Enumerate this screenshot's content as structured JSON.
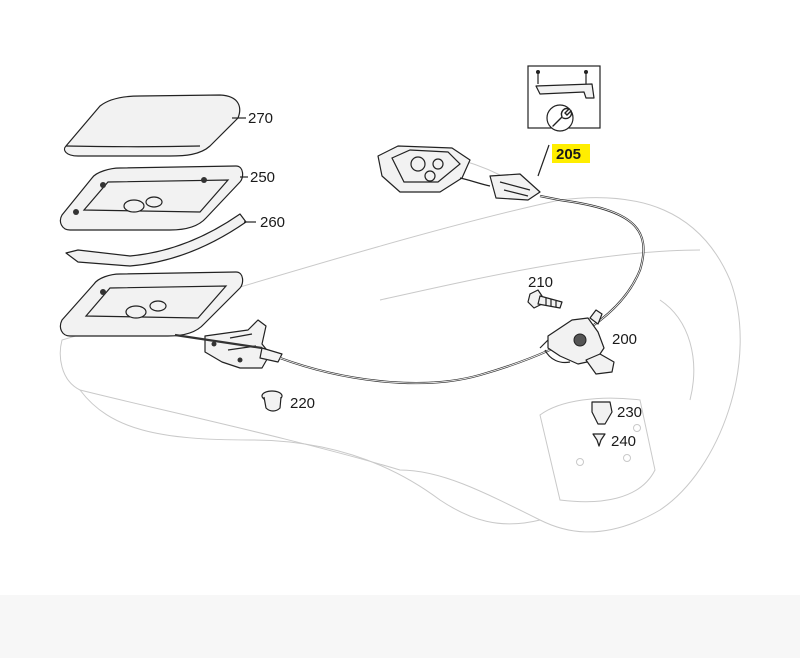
{
  "callouts": {
    "p270": "270",
    "p250": "250",
    "p260": "260",
    "p205": "205",
    "p210": "210",
    "p200": "200",
    "p220": "220",
    "p230": "230",
    "p240": "240"
  },
  "highlight_color": "#ffee00",
  "icons": {
    "tool": "wrench-icon"
  }
}
